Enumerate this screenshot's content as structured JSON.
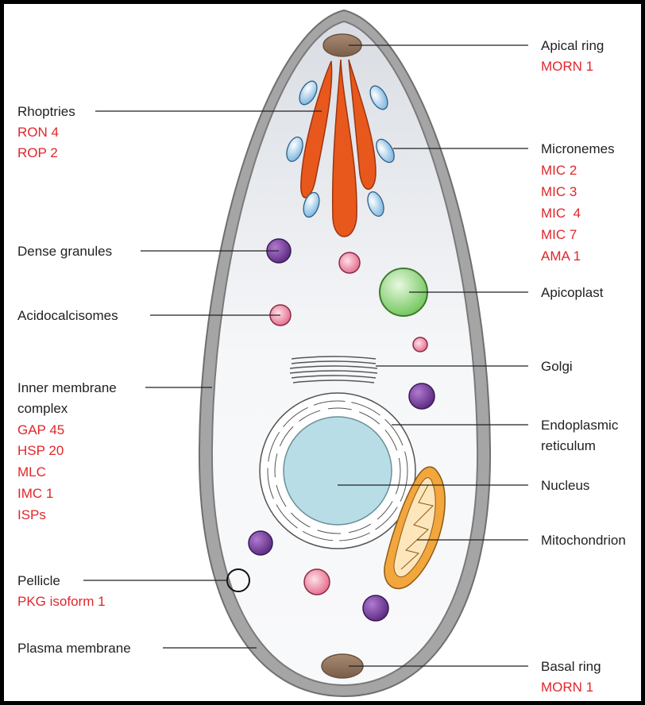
{
  "labels": {
    "apical_ring": {
      "title": "Apical ring",
      "markers": [
        "MORN 1"
      ]
    },
    "rhoptries": {
      "title": "Rhoptries",
      "markers": [
        "RON 4",
        "ROP 2"
      ]
    },
    "micronemes": {
      "title": "Micronemes",
      "markers": [
        "MIC 2",
        "MIC 3",
        "MIC  4",
        "MIC 7",
        "AMA 1"
      ]
    },
    "dense_granules": {
      "title": "Dense granules"
    },
    "apicoplast": {
      "title": "Apicoplast"
    },
    "acidocalcisomes": {
      "title": "Acidocalcisomes"
    },
    "golgi": {
      "title": "Golgi"
    },
    "inner_membrane_complex": {
      "title_lines": [
        "Inner membrane",
        "complex"
      ],
      "markers": [
        "GAP 45",
        "HSP 20",
        "MLC",
        "IMC 1",
        "ISPs"
      ]
    },
    "endoplasmic_reticulum": {
      "title_lines": [
        "Endoplasmic",
        "reticulum"
      ]
    },
    "nucleus": {
      "title": "Nucleus"
    },
    "mitochondrion": {
      "title": "Mitochondrion"
    },
    "pellicle": {
      "title": "Pellicle",
      "markers": [
        "PKG isoform 1"
      ]
    },
    "plasma_membrane": {
      "title": "Plasma membrane"
    },
    "basal_ring": {
      "title": "Basal ring",
      "markers": [
        "MORN 1"
      ]
    }
  },
  "colors": {
    "marker_text": "#e0262b",
    "label_text": "#222222",
    "outer_membrane": "#8a8a8a",
    "cytoplasm": "#eef0f3",
    "rhoptry": "#e8581c",
    "microneme": "#a9d3f0",
    "dense_granule": "#7b3fa0",
    "acidocalcisome": "#f08aa4",
    "apicoplast": "#86d86a",
    "nucleus": "#b9dde6",
    "mitochondrion": "#f2a63c",
    "ring": "#9a7a62"
  }
}
